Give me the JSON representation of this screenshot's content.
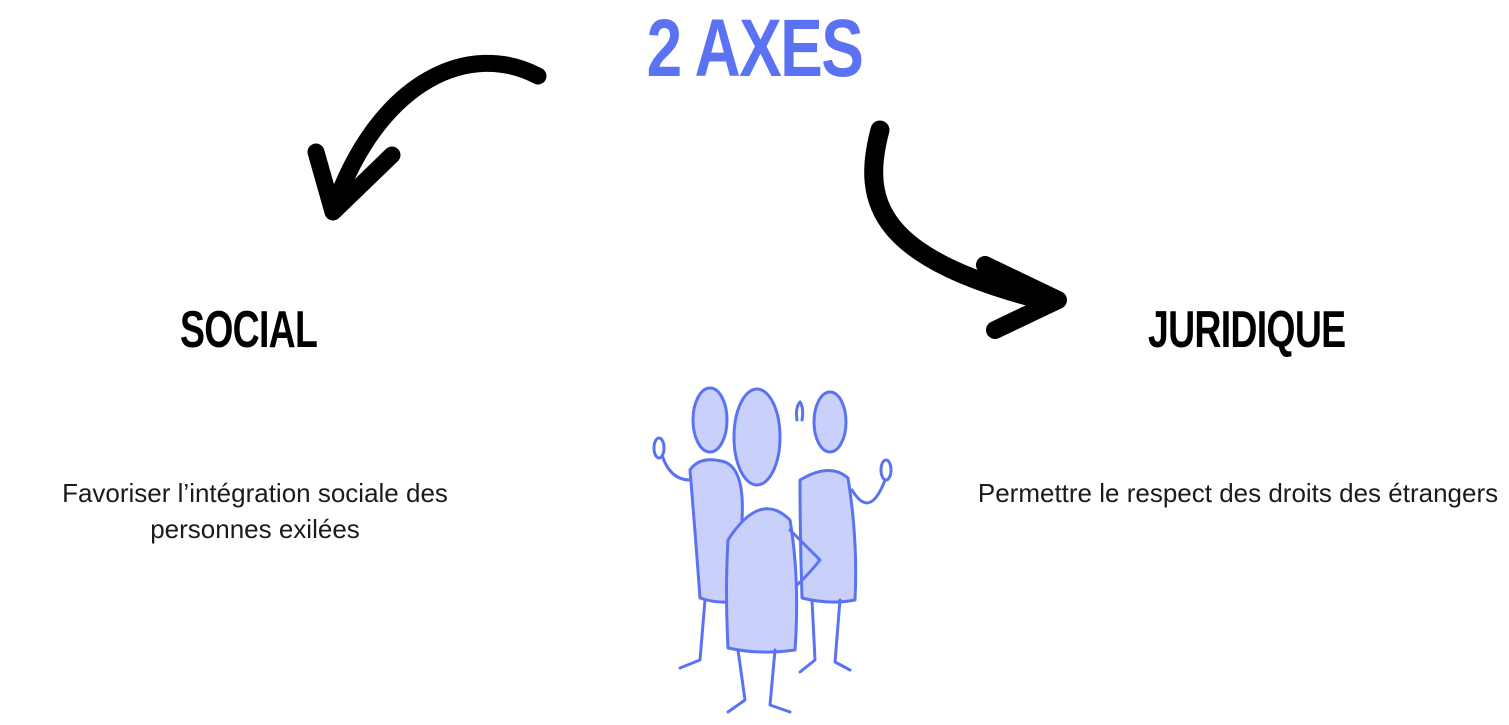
{
  "title": "2 AXES",
  "axes": [
    {
      "name": "SOCIAL",
      "description": "Favoriser l’intégration sociale des personnes exilées"
    },
    {
      "name": "JURIDIQUE",
      "description": "Permettre le respect des droits des étrangers"
    }
  ],
  "colors": {
    "accent": "#5b73f2",
    "text": "#000000"
  },
  "icons": [
    "curved-arrow-left-icon",
    "curved-arrow-right-icon",
    "group-of-people-icon"
  ]
}
